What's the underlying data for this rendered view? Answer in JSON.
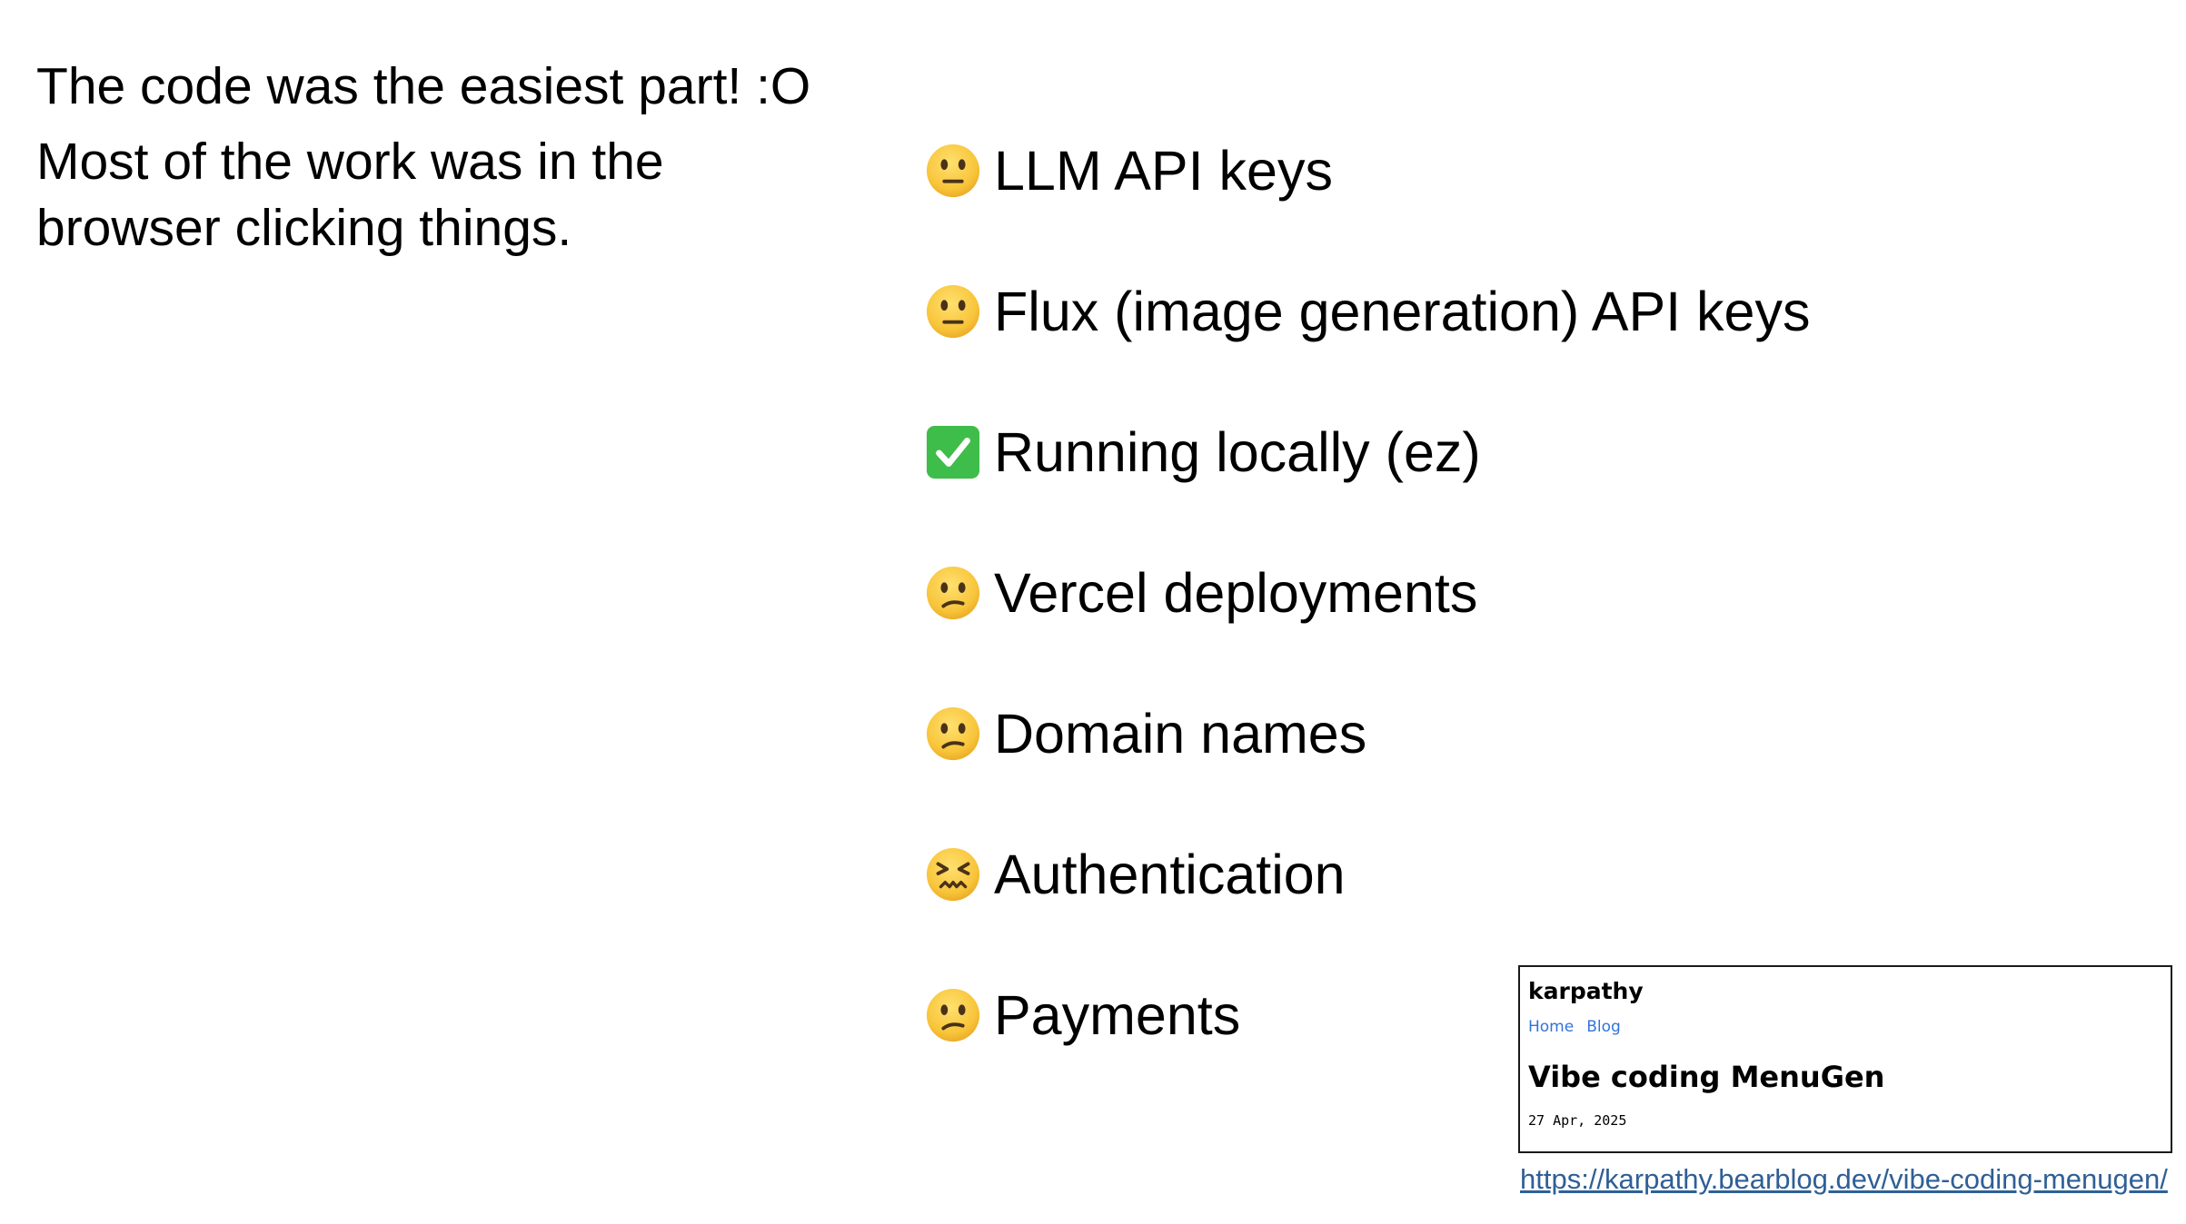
{
  "slide": {
    "headline": "The code was the easiest part! :O",
    "subline": "Most of the work was in the browser clicking things."
  },
  "checklist": {
    "items": [
      {
        "icon": "neutral-face-emoji-icon",
        "label": "LLM API keys"
      },
      {
        "icon": "neutral-face-emoji-icon",
        "label": "Flux (image generation) API keys"
      },
      {
        "icon": "check-mark-button-emoji-icon",
        "label": "Running locally (ez)"
      },
      {
        "icon": "confused-face-emoji-icon",
        "label": "Vercel deployments"
      },
      {
        "icon": "confused-face-emoji-icon",
        "label": "Domain names"
      },
      {
        "icon": "confounded-face-emoji-icon",
        "label": "Authentication"
      },
      {
        "icon": "confused-face-emoji-icon",
        "label": "Payments"
      }
    ]
  },
  "blog_preview": {
    "site_name": "karpathy",
    "nav": [
      "Home",
      "Blog"
    ],
    "post_title": "Vibe coding MenuGen",
    "date": "27 Apr, 2025",
    "url": "https://karpathy.bearblog.dev/vibe-coding-menugen/"
  },
  "colors": {
    "text": "#000000",
    "link": "#2f5f96",
    "nav_link": "#3273dc",
    "emoji_face": "#f7c948",
    "check_green": "#3fbd4a"
  }
}
